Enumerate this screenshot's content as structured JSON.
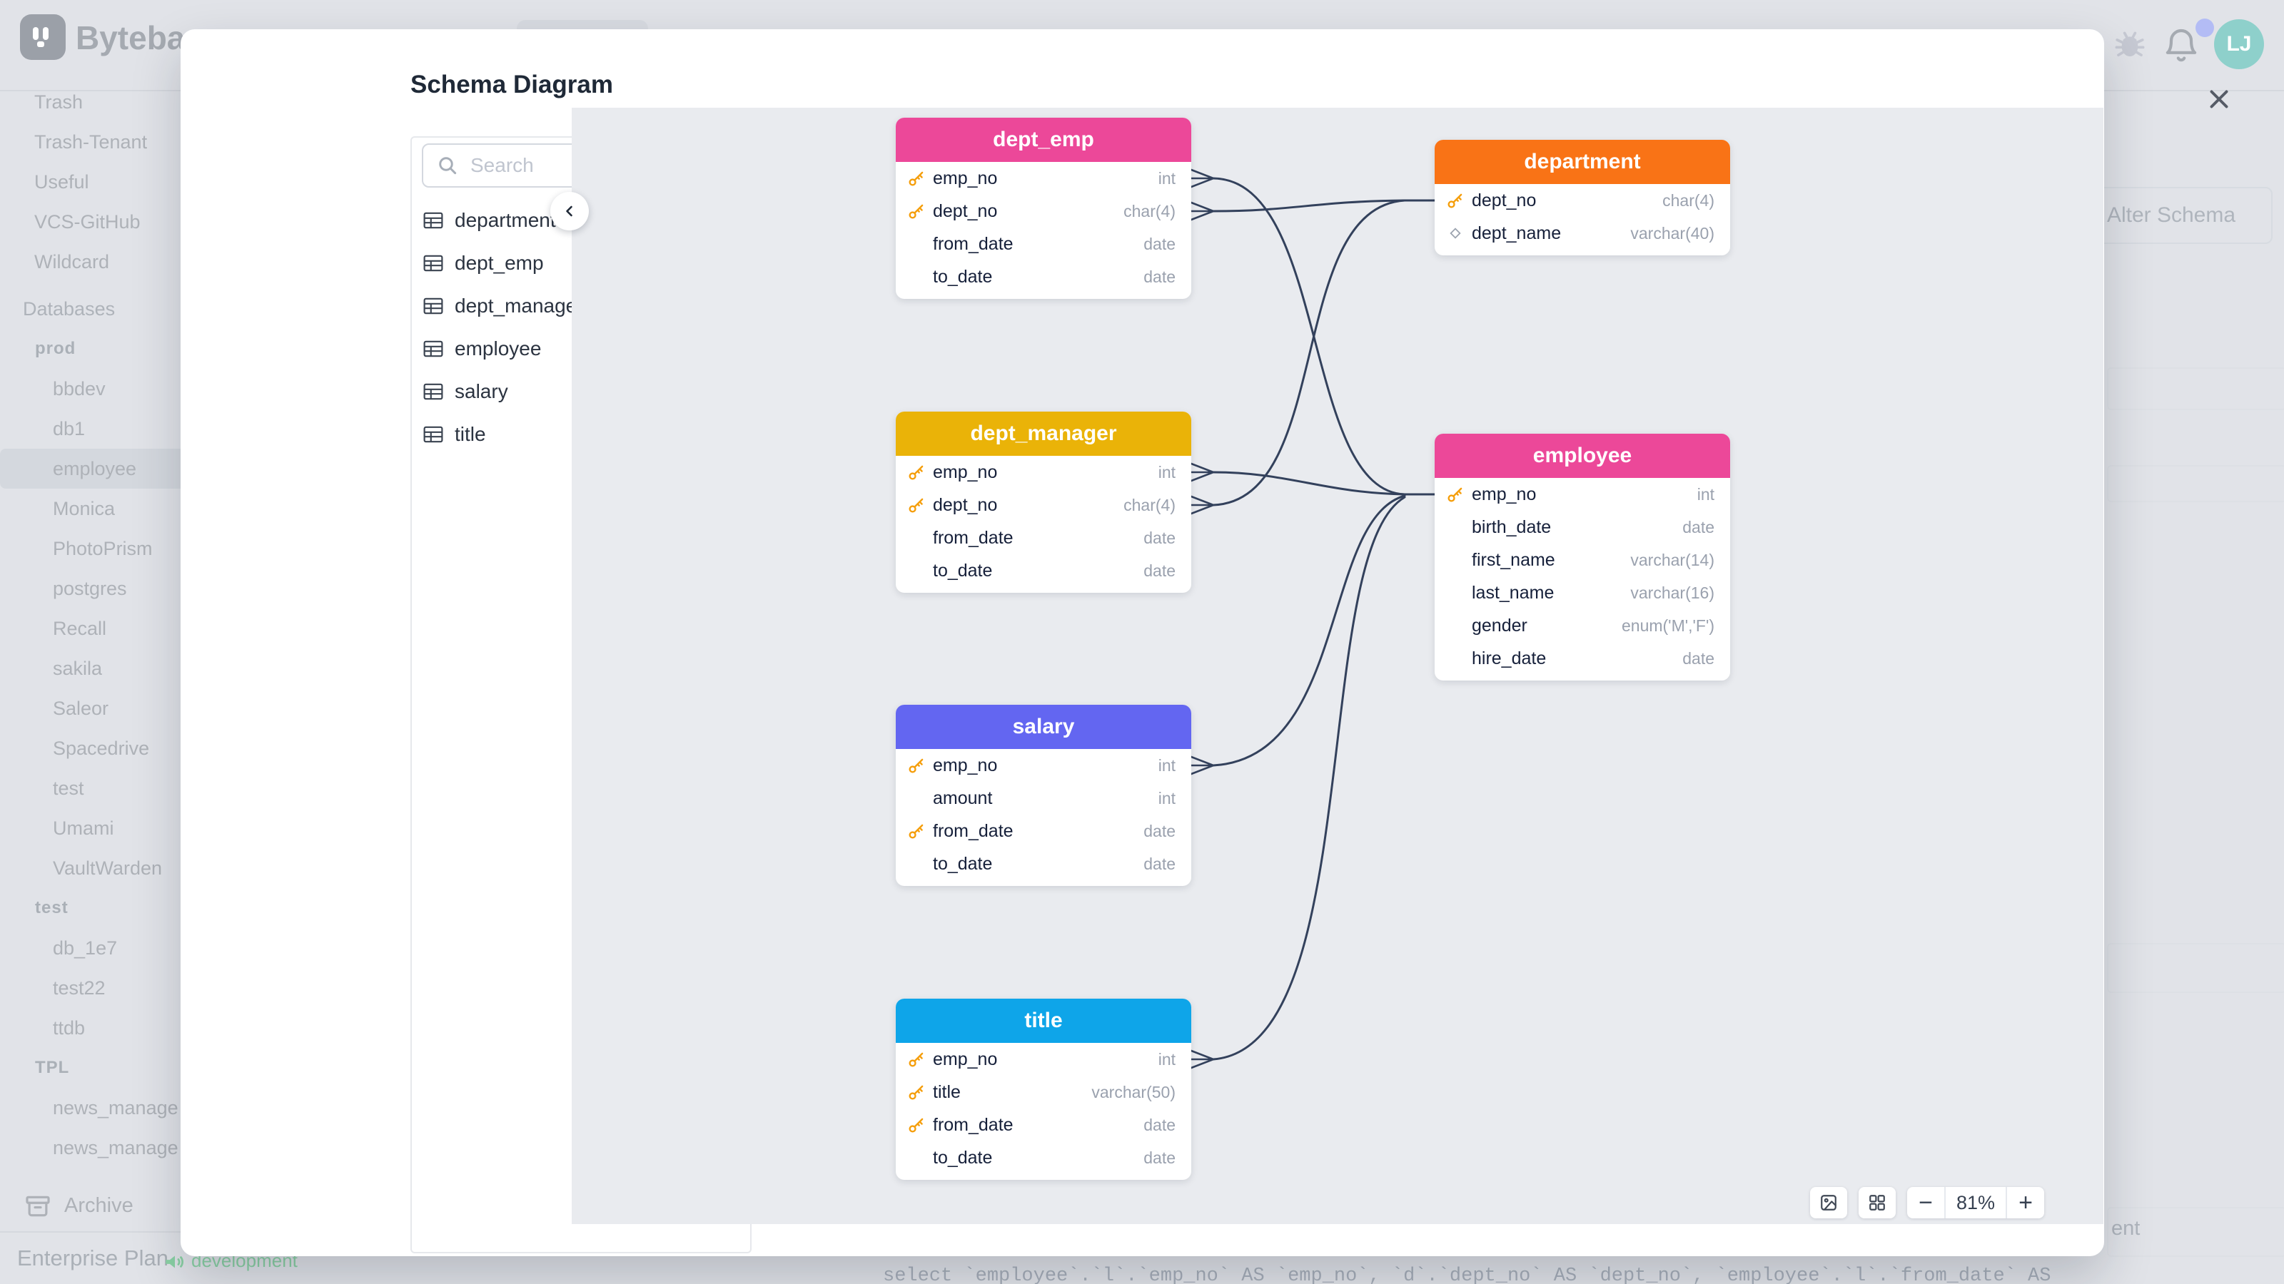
{
  "app": {
    "brand": "Bytebase",
    "topbar": {
      "avatar_initials": "LJ"
    },
    "alter_schema_label": "Alter Schema",
    "sidebar": {
      "items": [
        "Trash",
        "Trash-Tenant",
        "Useful",
        "VCS-GitHub",
        "Wildcard",
        "Databases",
        "prod",
        "bbdev",
        "db1",
        "employee",
        "Monica",
        "PhotoPrism",
        "postgres",
        "Recall",
        "sakila",
        "Saleor",
        "Spacedrive",
        "test",
        "Umami",
        "VaultWarden",
        "test",
        "db_1e7",
        "test22",
        "ttdb",
        "TPL",
        "news_manage",
        "news_manage"
      ],
      "selected_database": "employee",
      "archive_label": "Archive",
      "plan_label": "Enterprise Plan",
      "env_badge": "development"
    },
    "status_sql": "select `employee`.`l`.`emp_no` AS `emp_no`, `d`.`dept_no` AS `dept_no`, `employee`.`l`.`from_date` AS",
    "right_panel_fragment": "ent"
  },
  "modal": {
    "title": "Schema Diagram",
    "search_placeholder": "Search",
    "table_list": [
      "department",
      "dept_emp",
      "dept_manager",
      "employee",
      "salary",
      "title"
    ],
    "zoom_level": "81%",
    "colors": {
      "dept_emp": "#EC4899",
      "department": "#F97316",
      "dept_manager": "#EAB308",
      "employee": "#EC4899",
      "salary": "#6366F1",
      "title": "#0EA5E9",
      "relation_line": "#33415c",
      "key_icon": "#F59E0B"
    },
    "diagram": {
      "tables": [
        {
          "name": "dept_emp",
          "header_color": "#EC4899",
          "fields": [
            {
              "name": "emp_no",
              "type": "int",
              "icon": "key"
            },
            {
              "name": "dept_no",
              "type": "char(4)",
              "icon": "key"
            },
            {
              "name": "from_date",
              "type": "date",
              "icon": ""
            },
            {
              "name": "to_date",
              "type": "date",
              "icon": ""
            }
          ]
        },
        {
          "name": "department",
          "header_color": "#F97316",
          "fields": [
            {
              "name": "dept_no",
              "type": "char(4)",
              "icon": "key"
            },
            {
              "name": "dept_name",
              "type": "varchar(40)",
              "icon": "diamond"
            }
          ]
        },
        {
          "name": "dept_manager",
          "header_color": "#EAB308",
          "fields": [
            {
              "name": "emp_no",
              "type": "int",
              "icon": "key"
            },
            {
              "name": "dept_no",
              "type": "char(4)",
              "icon": "key"
            },
            {
              "name": "from_date",
              "type": "date",
              "icon": ""
            },
            {
              "name": "to_date",
              "type": "date",
              "icon": ""
            }
          ]
        },
        {
          "name": "employee",
          "header_color": "#EC4899",
          "fields": [
            {
              "name": "emp_no",
              "type": "int",
              "icon": "key"
            },
            {
              "name": "birth_date",
              "type": "date",
              "icon": ""
            },
            {
              "name": "first_name",
              "type": "varchar(14)",
              "icon": ""
            },
            {
              "name": "last_name",
              "type": "varchar(16)",
              "icon": ""
            },
            {
              "name": "gender",
              "type": "enum('M','F')",
              "icon": ""
            },
            {
              "name": "hire_date",
              "type": "date",
              "icon": ""
            }
          ]
        },
        {
          "name": "salary",
          "header_color": "#6366F1",
          "fields": [
            {
              "name": "emp_no",
              "type": "int",
              "icon": "key"
            },
            {
              "name": "amount",
              "type": "int",
              "icon": ""
            },
            {
              "name": "from_date",
              "type": "date",
              "icon": "key"
            },
            {
              "name": "to_date",
              "type": "date",
              "icon": ""
            }
          ]
        },
        {
          "name": "title",
          "header_color": "#0EA5E9",
          "fields": [
            {
              "name": "emp_no",
              "type": "int",
              "icon": "key"
            },
            {
              "name": "title",
              "type": "varchar(50)",
              "icon": "key"
            },
            {
              "name": "from_date",
              "type": "date",
              "icon": "key"
            },
            {
              "name": "to_date",
              "type": "date",
              "icon": ""
            }
          ]
        }
      ],
      "relations": [
        {
          "from": "dept_emp.emp_no",
          "to": "employee.emp_no"
        },
        {
          "from": "dept_emp.dept_no",
          "to": "department.dept_no"
        },
        {
          "from": "dept_manager.emp_no",
          "to": "employee.emp_no"
        },
        {
          "from": "dept_manager.dept_no",
          "to": "department.dept_no"
        },
        {
          "from": "salary.emp_no",
          "to": "employee.emp_no"
        },
        {
          "from": "title.emp_no",
          "to": "employee.emp_no"
        }
      ]
    }
  }
}
